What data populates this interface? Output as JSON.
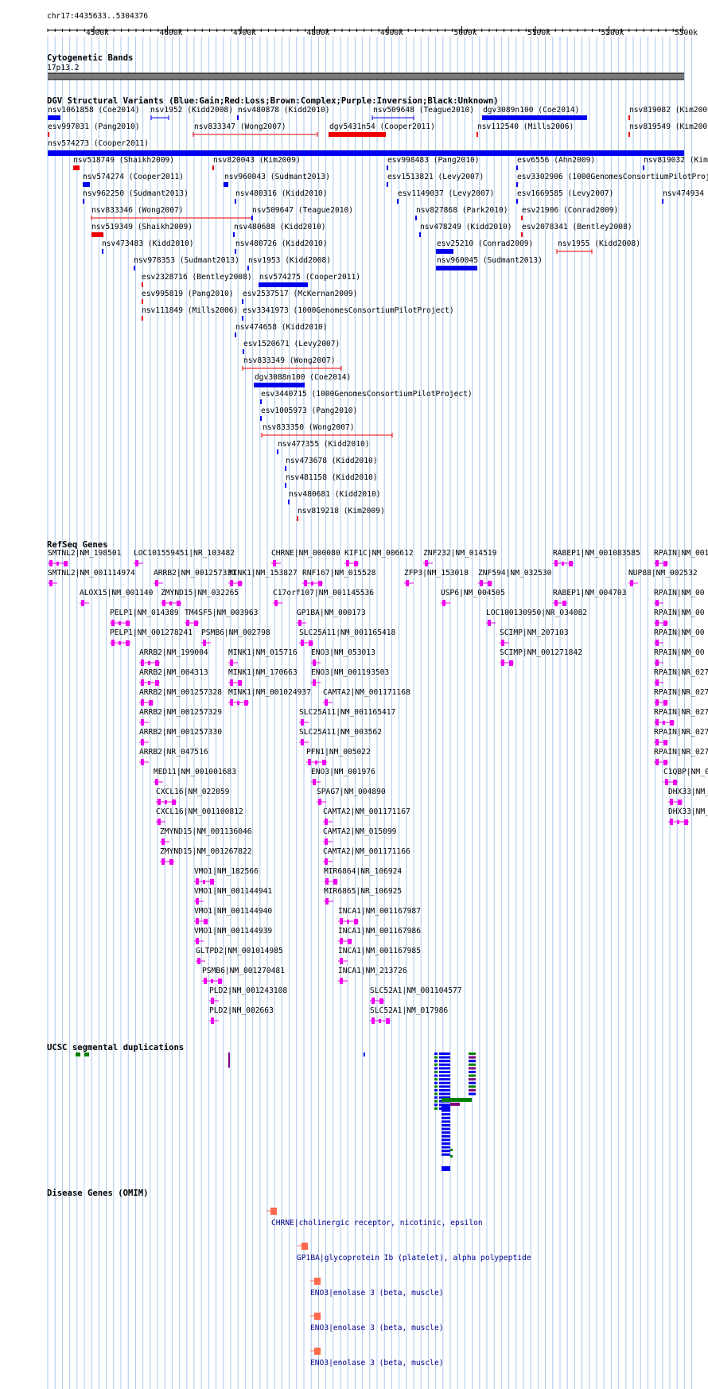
{
  "colors": {
    "gain": "#0000ee",
    "loss": "#ee0000",
    "gene": "#ee00ee",
    "omim_mark": "#ff6a4d",
    "omim_text": "#00008b",
    "grid": "#aac8f0",
    "band": "#7a7a7a",
    "segdup_blue": "#0000ee",
    "segdup_green": "#008000",
    "segdup_purple": "#800080"
  },
  "ruler": {
    "position": "chr17:4435633..5304376",
    "ticks": [
      "4500k",
      "4600k",
      "4700k",
      "4800k",
      "4900k",
      "5000k",
      "5100k",
      "5200k",
      "5300k"
    ]
  },
  "cytoband": {
    "title": "Cytogenetic Bands",
    "band_label": "17p13.2"
  },
  "dgv": {
    "title": "DGV Structural Variants (Blue:Gain;Red:Loss;Brown:Complex;Purple:Inversion;Black:Unknown)",
    "features": [
      {
        "label": "nsv1061858 (Coe2014)",
        "type": "gain",
        "thick": true
      },
      {
        "label": "nsv1952 (Kidd2008)",
        "type": "gain",
        "thick": false
      },
      {
        "label": "nsv480878 (Kidd2010)",
        "type": "gain",
        "thick": false
      },
      {
        "label": "nsv509648 (Teague2010)",
        "type": "gain",
        "thick": false
      },
      {
        "label": "dgv3089n100 (Coe2014)",
        "type": "gain",
        "thick": true
      },
      {
        "label": "nsv819082 (Kim2009)",
        "type": "loss",
        "thick": false
      },
      {
        "label": "esv997031 (Pang2010)",
        "type": "loss",
        "thick": false
      },
      {
        "label": "nsv833347 (Wong2007)",
        "type": "loss",
        "thick": false
      },
      {
        "label": "dgv5431n54 (Cooper2011)",
        "type": "loss",
        "thick": true
      },
      {
        "label": "nsv112540 (Mills2006)",
        "type": "loss",
        "thick": false
      },
      {
        "label": "nsv819549 (Kim2009)",
        "type": "loss",
        "thick": false
      },
      {
        "label": "nsv574273 (Cooper2011)",
        "type": "gain",
        "thick": true
      },
      {
        "label": "nsv518749 (Shaikh2009)",
        "type": "loss",
        "thick": true
      },
      {
        "label": "nsv820043 (Kim2009)",
        "type": "loss",
        "thick": false
      },
      {
        "label": "esv998483 (Pang2010)",
        "type": "gain",
        "thick": false
      },
      {
        "label": "esv6556 (Ahn2009)",
        "type": "gain",
        "thick": false
      },
      {
        "label": "nsv819032 (Kim2009)",
        "type": "gain",
        "thick": false
      },
      {
        "label": "nsv574274 (Cooper2011)",
        "type": "gain",
        "thick": true
      },
      {
        "label": "nsv960043 (Sudmant2013)",
        "type": "gain",
        "thick": true
      },
      {
        "label": "esv1513821 (Levy2007)",
        "type": "gain",
        "thick": false
      },
      {
        "label": "esv3302906 (1000GenomesConsortiumPilotProject)",
        "type": "gain",
        "thick": false
      },
      {
        "label": "nsv962250 (Sudmant2013)",
        "type": "gain",
        "thick": false
      },
      {
        "label": "nsv480316 (Kidd2010)",
        "type": "gain",
        "thick": false
      },
      {
        "label": "esv1149037 (Levy2007)",
        "type": "gain",
        "thick": false
      },
      {
        "label": "esv1669585 (Levy2007)",
        "type": "gain",
        "thick": false
      },
      {
        "label": "nsv474934",
        "type": "gain",
        "thick": false
      },
      {
        "label": "nsv833346 (Wong2007)",
        "type": "loss",
        "thick": false
      },
      {
        "label": "nsv509647 (Teague2010)",
        "type": "gain",
        "thick": false
      },
      {
        "label": "nsv827868 (Park2010)",
        "type": "gain",
        "thick": false
      },
      {
        "label": "esv21906 (Conrad2009)",
        "type": "loss",
        "thick": false
      },
      {
        "label": "nsv519349 (Shaikh2009)",
        "type": "loss",
        "thick": true
      },
      {
        "label": "nsv480688 (Kidd2010)",
        "type": "gain",
        "thick": false
      },
      {
        "label": "nsv478249 (Kidd2010)",
        "type": "gain",
        "thick": false
      },
      {
        "label": "esv2078341 (Bentley2008)",
        "type": "loss",
        "thick": false
      },
      {
        "label": "nsv473483 (Kidd2010)",
        "type": "gain",
        "thick": false
      },
      {
        "label": "nsv480726 (Kidd2010)",
        "type": "gain",
        "thick": false
      },
      {
        "label": "esv25210 (Conrad2009)",
        "type": "gain",
        "thick": true
      },
      {
        "label": "nsv1955 (Kidd2008)",
        "type": "loss",
        "thick": false
      },
      {
        "label": "nsv978353 (Sudmant2013)",
        "type": "gain",
        "thick": false
      },
      {
        "label": "nsv1953 (Kidd2008)",
        "type": "gain",
        "thick": false
      },
      {
        "label": "nsv960045 (Sudmant2013)",
        "type": "gain",
        "thick": true
      },
      {
        "label": "esv2328716 (Bentley2008)",
        "type": "loss",
        "thick": false
      },
      {
        "label": "nsv574275 (Cooper2011)",
        "type": "gain",
        "thick": true
      },
      {
        "label": "esv995819 (Pang2010)",
        "type": "loss",
        "thick": false
      },
      {
        "label": "esv2537517 (McKernan2009)",
        "type": "gain",
        "thick": false
      },
      {
        "label": "nsv111849 (Mills2006)",
        "type": "loss",
        "thick": false
      },
      {
        "label": "esv3341973 (1000GenomesConsortiumPilotProject)",
        "type": "gain",
        "thick": false
      },
      {
        "label": "nsv474658 (Kidd2010)",
        "type": "gain",
        "thick": false
      },
      {
        "label": "esv1520671 (Levy2007)",
        "type": "gain",
        "thick": false
      },
      {
        "label": "nsv833349 (Wong2007)",
        "type": "loss",
        "thick": false
      },
      {
        "label": "dgv3088n100 (Coe2014)",
        "type": "gain",
        "thick": true
      },
      {
        "label": "esv3440715 (1000GenomesConsortiumPilotProject)",
        "type": "gain",
        "thick": false
      },
      {
        "label": "esv1005973 (Pang2010)",
        "type": "gain",
        "thick": false
      },
      {
        "label": "nsv833350 (Wong2007)",
        "type": "loss",
        "thick": false
      },
      {
        "label": "nsv477355 (Kidd2010)",
        "type": "gain",
        "thick": false
      },
      {
        "label": "nsv473678 (Kidd2010)",
        "type": "gain",
        "thick": false
      },
      {
        "label": "nsv481158 (Kidd2010)",
        "type": "gain",
        "thick": false
      },
      {
        "label": "nsv480681 (Kidd2010)",
        "type": "gain",
        "thick": false
      },
      {
        "label": "nsv819218 (Kim2009)",
        "type": "loss",
        "thick": false
      }
    ]
  },
  "refseq": {
    "title": "RefSeq Genes",
    "genes": [
      "SMTNL2|NM_198501",
      "LOC101559451|NR_103482",
      "CHRNE|NM_000080",
      "KIF1C|NM_006612",
      "ZNF232|NM_014519",
      "RABEP1|NM_001083585",
      "RPAIN|NM_001",
      "SMTNL2|NM_001114974",
      "ARRB2|NM_001257331",
      "MINK1|NM_153827",
      "RNF167|NM_015528",
      "ZFP3|NM_153018",
      "ZNF594|NM_032530",
      "NUP88|NM_002532",
      "ALOX15|NM_001140",
      "ZMYND15|NM_032265",
      "C17orf107|NM_001145536",
      "USP6|NM_004505",
      "RABEP1|NM_004703",
      "RPAIN|NM_00",
      "PELP1|NM_014389",
      "TM4SF5|NM_003963",
      "GP1BA|NM_000173",
      "LOC100130950|NR_034082",
      "RPAIN|NM_00",
      "PELP1|NM_001278241",
      "PSMB6|NM_002798",
      "SLC25A11|NM_001165418",
      "SCIMP|NM_207103",
      "RPAIN|NM_00",
      "ARRB2|NM_199004",
      "MINK1|NM_015716",
      "ENO3|NM_053013",
      "SCIMP|NM_001271842",
      "RPAIN|NM_00",
      "ARRB2|NM_004313",
      "MINK1|NM_170663",
      "ENO3|NM_001193503",
      "RPAIN|NR_027",
      "ARRB2|NM_001257328",
      "MINK1|NM_001024937",
      "CAMTA2|NM_001171168",
      "RPAIN|NR_027",
      "ARRB2|NM_001257329",
      "SLC25A11|NM_001165417",
      "RPAIN|NR_027",
      "ARRB2|NM_001257330",
      "SLC25A11|NM_003562",
      "RPAIN|NR_027",
      "ARRB2|NR_047516",
      "PFN1|NM_005022",
      "RPAIN|NR_027",
      "MED11|NM_001001683",
      "ENO3|NM_001976",
      "C1QBP|NM_0",
      "CXCL16|NM_022059",
      "SPAG7|NM_004890",
      "DHX33|NM_",
      "CXCL16|NM_001100812",
      "CAMTA2|NM_001171167",
      "DHX33|NM_",
      "ZMYND15|NM_001136046",
      "CAMTA2|NM_015099",
      "ZMYND15|NM_001267822",
      "CAMTA2|NM_001171166",
      "VMO1|NM_182566",
      "MIR6864|NR_106924",
      "VMO1|NM_001144941",
      "MIR6865|NR_106925",
      "VMO1|NM_001144940",
      "INCA1|NM_001167987",
      "VMO1|NM_001144939",
      "INCA1|NM_001167986",
      "GLTPD2|NM_001014985",
      "INCA1|NM_001167985",
      "PSMB6|NM_001270481",
      "INCA1|NM_213726",
      "PLD2|NM_001243108",
      "SLC52A1|NM_001104577",
      "PLD2|NM_002663",
      "SLC52A1|NM_017986"
    ]
  },
  "segdup": {
    "title": "UCSC segmental duplications"
  },
  "omim": {
    "title": "Disease Genes (OMIM)",
    "entries": [
      "CHRNE|cholinergic receptor, nicotinic, epsilon",
      "GP1BA|glycoprotein Ib (platelet), alpha polypeptide",
      "ENO3|enolase 3 (beta, muscle)",
      "ENO3|enolase 3 (beta, muscle)",
      "ENO3|enolase 3 (beta, muscle)"
    ]
  }
}
